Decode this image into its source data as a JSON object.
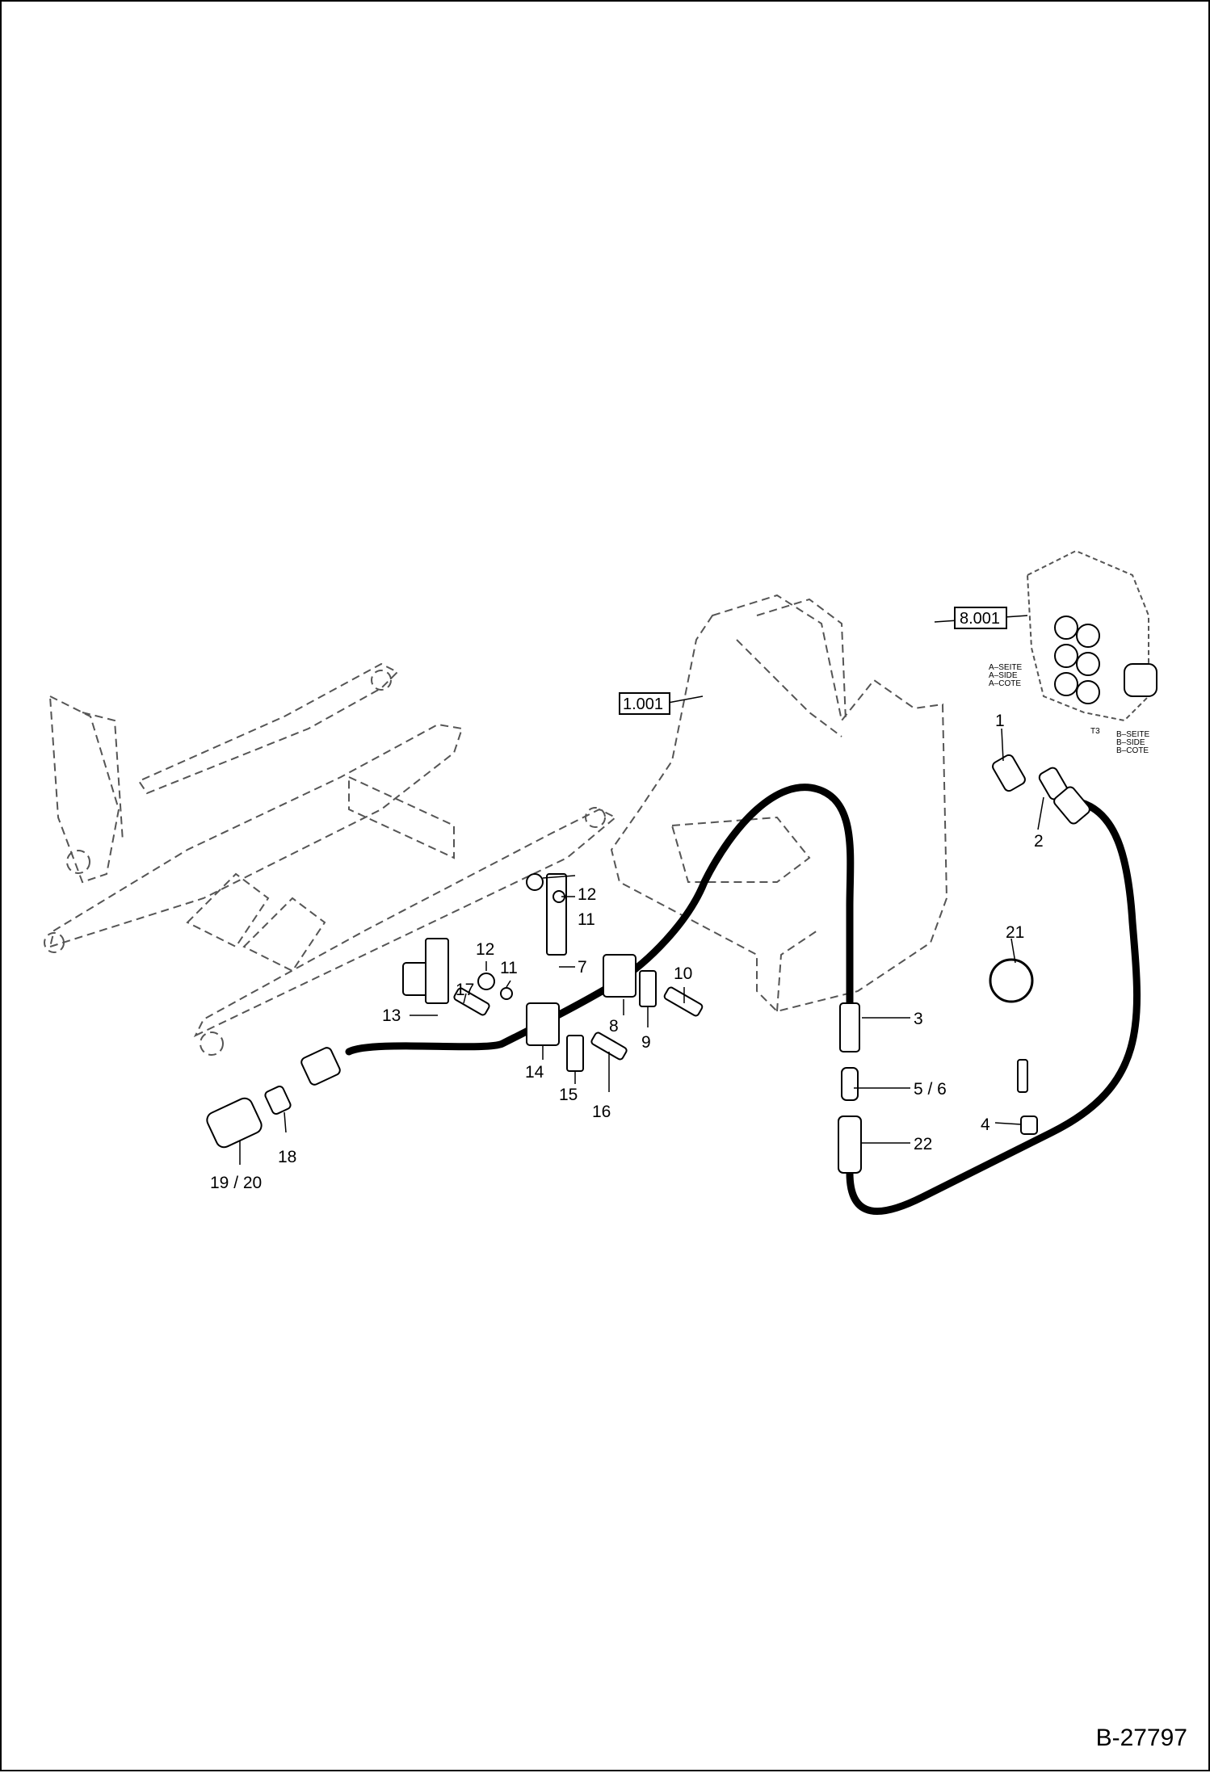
{
  "drawing_number": "B-27797",
  "references": {
    "valve_block": "8.001",
    "frame": "1.001"
  },
  "valve_sides": {
    "a": [
      "A–SEITE",
      "A–SIDE",
      "A–COTE"
    ],
    "b": [
      "B–SEITE",
      "B–SIDE",
      "B–COTE"
    ],
    "port": "T3"
  },
  "callouts": {
    "c1": "1",
    "c2": "2",
    "c3": "3",
    "c4": "4",
    "c5_6": "5 / 6",
    "c7": "7",
    "c8": "8",
    "c9": "9",
    "c10": "10",
    "c11a": "11",
    "c11b": "11",
    "c12a": "12",
    "c12b": "12",
    "c13": "13",
    "c14": "14",
    "c15": "15",
    "c16": "16",
    "c17": "17",
    "c18": "18",
    "c19_20": "19 / 20",
    "c21": "21",
    "c22": "22"
  }
}
